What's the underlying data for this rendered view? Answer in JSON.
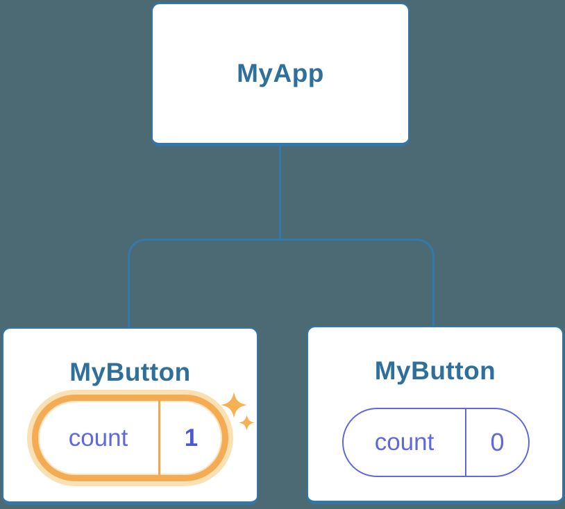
{
  "tree": {
    "root": {
      "label": "MyApp"
    },
    "children": [
      {
        "label": "MyButton",
        "state": {
          "key": "count",
          "value": "1"
        },
        "highlighted": true
      },
      {
        "label": "MyButton",
        "state": {
          "key": "count",
          "value": "0"
        },
        "highlighted": false
      }
    ]
  },
  "icons": {
    "highlight_large": "sparkle-icon",
    "highlight_small": "sparkle-icon"
  },
  "colors": {
    "background": "#4C6A74",
    "connector_blue": "#3479AB",
    "card_border_blue": "#3277A8",
    "node_title_blue": "#2F6F9B",
    "state_purple": "#5F68DC",
    "state_value_bold_purple": "#4E56D3",
    "highlight_orange": "#F3AC54",
    "highlight_halo": "#FBE0B4",
    "card_background": "#FFFFFF"
  }
}
